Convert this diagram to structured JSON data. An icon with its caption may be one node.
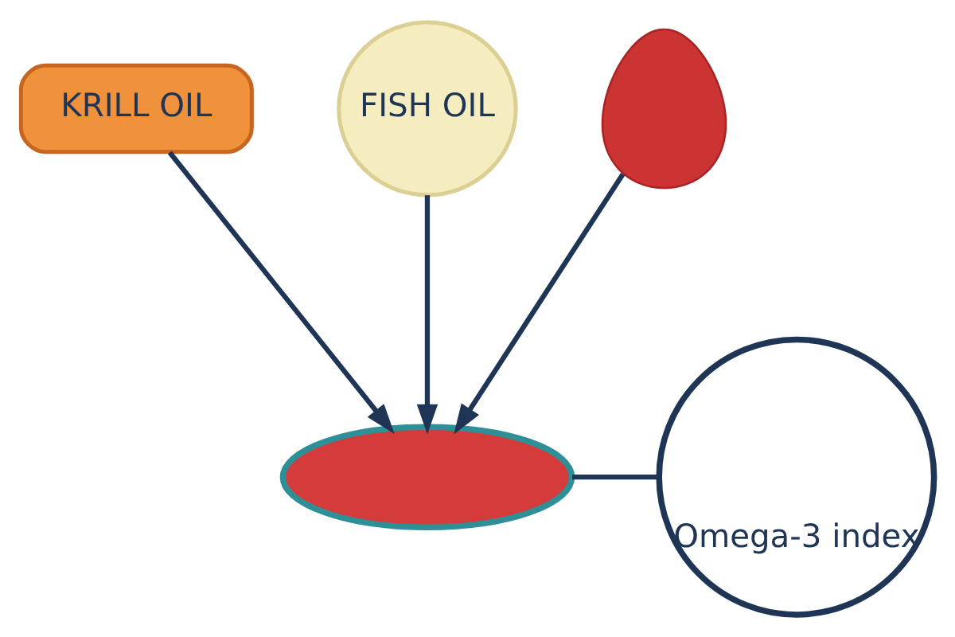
{
  "diagram": {
    "nodes": [
      {
        "text": [
          "KRILL OIL"
        ]
      },
      {
        "text": [
          "FISH OIL"
        ]
      },
      {
        "text": [],
        "shape": "drop"
      },
      {
        "text": [],
        "shape": "ellipse"
      },
      {
        "text": [
          "Omega-3 index"
        ]
      }
    ],
    "edges": [
      {
        "from": 0,
        "to": 3,
        "arrow": "to"
      },
      {
        "from": 1,
        "to": 3,
        "arrow": "to"
      },
      {
        "from": 2,
        "to": 3,
        "arrow": "to"
      },
      {
        "from": 3,
        "to": 4,
        "arrow": "none"
      }
    ]
  }
}
